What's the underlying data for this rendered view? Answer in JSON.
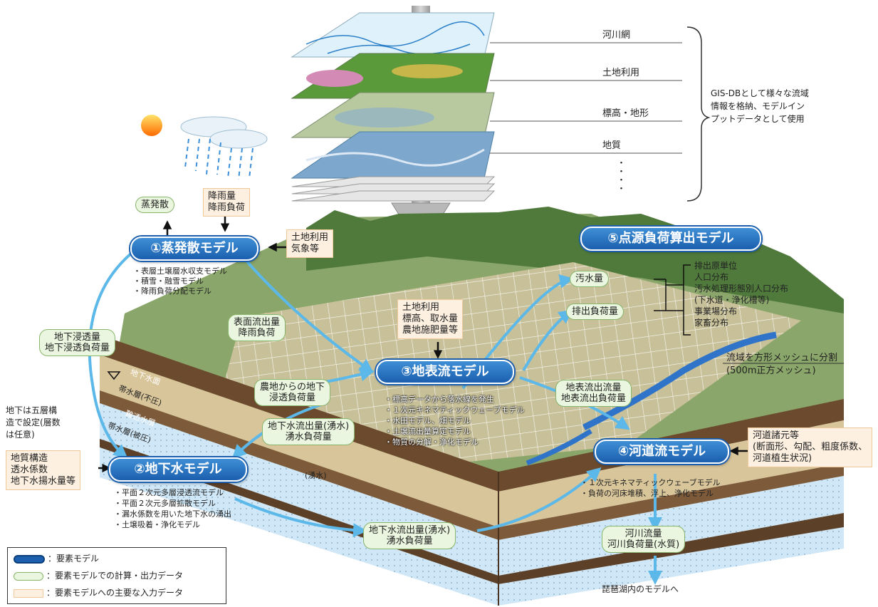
{
  "gis_layers": {
    "river_network": "河川網",
    "land_use": "土地利用",
    "elevation": "標高・地形",
    "geology": "地質",
    "more": "・・・・",
    "note": [
      "GIS-DBとして様々な流域",
      "情報を格納、モデルイン",
      "プットデータとして使用"
    ]
  },
  "models": {
    "evapotranspiration": "①蒸発散モデル",
    "groundwater": "②地下水モデル",
    "surface_flow": "③地表流モデル",
    "channel_flow": "④河道流モデル",
    "point_source": "⑤点源負荷算出モデル"
  },
  "outputs": {
    "evaporation": "蒸発散",
    "infiltration": [
      "地下浸透量",
      "地下浸透負荷量"
    ],
    "surface_runoff": [
      "表面流出量",
      "降雨負荷"
    ],
    "farmland": [
      "農地からの地下",
      "浸透負荷量"
    ],
    "spring_upper": [
      "地下水流出量(湧水)",
      "湧水負荷量"
    ],
    "spring_lower": [
      "地下水流出量(湧水)",
      "湧水負荷量"
    ],
    "sewage": "汚水量",
    "discharge_load": "排出負荷量",
    "surface_outflow": [
      "地表流出流量",
      "地表流出負荷量"
    ],
    "river_flow": [
      "河川流量",
      "河川負荷量(水質)"
    ]
  },
  "inputs": {
    "rainfall": [
      "降雨量",
      "降雨負荷"
    ],
    "landuse_weather": [
      "土地利用",
      "気象等"
    ],
    "surface_inputs": [
      "土地利用",
      "標高、取水量",
      "農地施肥量等"
    ],
    "geology_inputs": [
      "地質構造",
      "透水係数",
      "地下水揚水量等"
    ],
    "channel_inputs": [
      "河道諸元等",
      "(断面形、勾配、粗度係数、",
      "河道植生状況)"
    ]
  },
  "bullets": {
    "evapotranspiration": [
      "・表層土壌層水収支モデル",
      "・積雪・融雪モデル",
      "・降雨負荷分配モデル"
    ],
    "surface_flow": [
      "・標高データから落水線を発生",
      "・１次元キネマティックウェーブモデル",
      "・水田モデル、畑モデル",
      "・土壌流出量算定モデル",
      "・物質の分解・浄化モデル"
    ],
    "groundwater": [
      "・平面２次元多層浸透流モデル",
      "・平面２次元多層拡散モデル",
      "・漏水係数を用いた地下水の湧出",
      "・土壌吸着・浄化モデル"
    ],
    "channel_flow": [
      "・１次元キネマティックウェーブモデル",
      "・負荷の河床堆積、浮上、浄化モデル"
    ]
  },
  "point_source_list": [
    "排出原単位",
    "人口分布",
    "汚水処理形態別人口分布",
    "(下水道・浄化槽等)",
    "事業場分布",
    "家畜分布"
  ],
  "mesh_note": [
    "流域を方形メッシュに分割",
    "(500m正方メッシュ)"
  ],
  "groundwater_note": [
    "地下は五層構",
    "造で設定(層数",
    "は任意)"
  ],
  "strata": {
    "water_table": "地下水面",
    "unconfined": "帯水層(不圧)",
    "aquitard_1": "難透水層",
    "confined": "帯水層(被圧)",
    "aquitard_2": "難透水層"
  },
  "spring": "(湧水)",
  "to_biwa": "琵琶湖内のモデルへ",
  "legend": {
    "model": "：要素モデル",
    "output": "：要素モデルでの計算・出力データ",
    "input": "：要素モデルへの主要な入力データ"
  },
  "colors": {
    "model_blue": "#1b5fae",
    "output_green": "#eaf6df",
    "input_orange": "#fdf0e0",
    "flow_arrow": "#5bb8e8"
  }
}
